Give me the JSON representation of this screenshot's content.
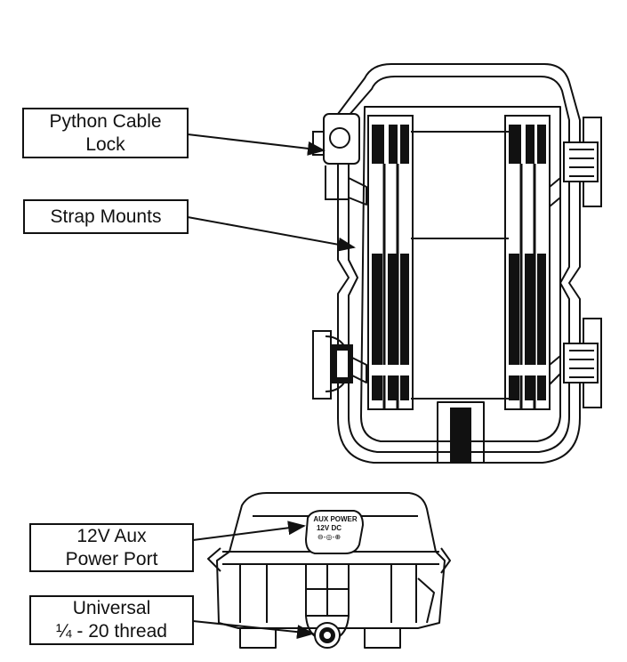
{
  "callouts": {
    "python_cable_lock": {
      "line1": "Python Cable",
      "line2": "Lock"
    },
    "strap_mounts": {
      "line1": "Strap Mounts"
    },
    "aux_power_port": {
      "line1": "12V Aux",
      "line2": "Power Port"
    },
    "tripod_thread": {
      "line1": "Universal",
      "line2": "¼ - 20 thread"
    }
  },
  "device_labels": {
    "aux_power_line1": "AUX POWER",
    "aux_power_line2": "12V DC",
    "polarity": "⊖-◎-⊕"
  },
  "colors": {
    "ink": "#111111",
    "paper": "#ffffff"
  }
}
